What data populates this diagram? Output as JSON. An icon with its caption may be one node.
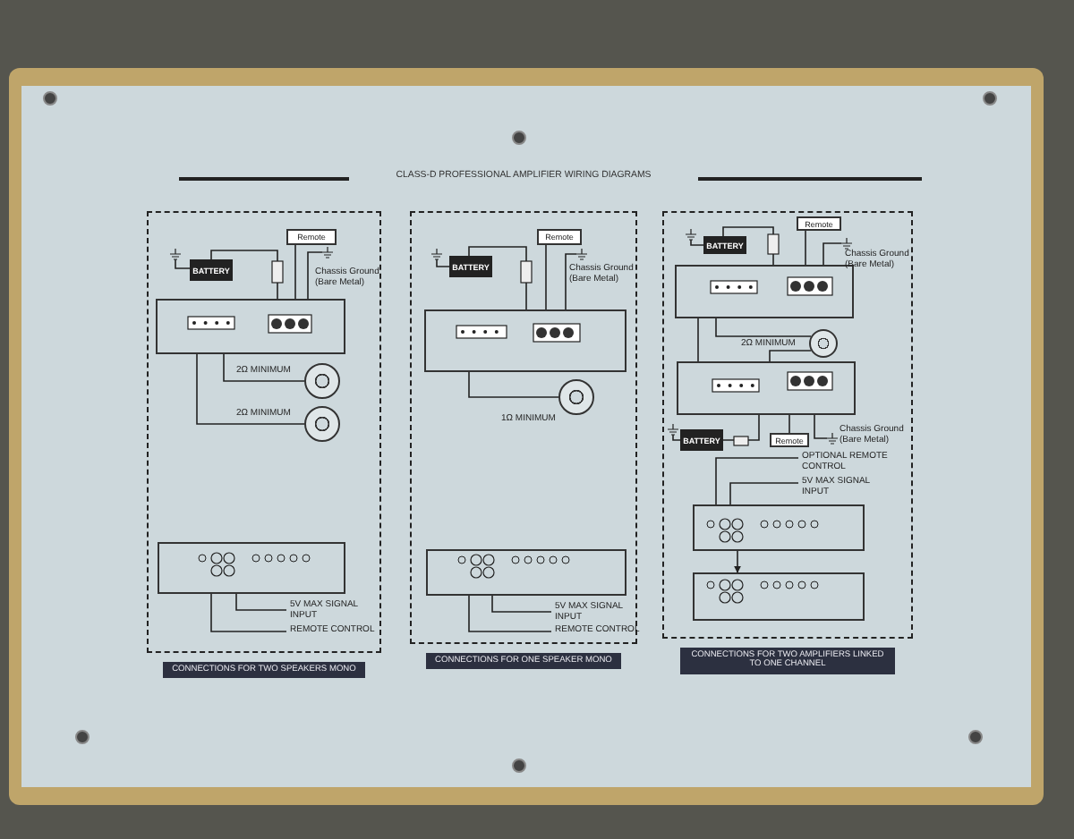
{
  "diagram": {
    "title": "CLASS-D PROFESSIONAL AMPLIFIER WIRING DIAGRAMS",
    "nodes": [
      {
        "text": [
          "CONNECTIONS FOR TWO SPEAKERS MONO"
        ]
      },
      {
        "text": [
          "BATTERY"
        ],
        "in": 0
      },
      {
        "text": [
          "Remote"
        ],
        "in": 0
      },
      {
        "text": [],
        "shape": "box",
        "in": 0
      },
      {
        "text": [],
        "shape": "circle",
        "in": 0,
        "beside": [
          "2Ω MINIMUM"
        ]
      },
      {
        "text": [],
        "shape": "circle",
        "in": 0,
        "beside": [
          "2Ω MINIMUM"
        ]
      },
      {
        "text": [],
        "shape": "box",
        "in": 0
      },
      {
        "text": [
          "CONNECTIONS FOR ONE SPEAKER MONO"
        ]
      },
      {
        "text": [
          "BATTERY"
        ],
        "in": 7
      },
      {
        "text": [
          "Remote"
        ],
        "in": 7
      },
      {
        "text": [],
        "shape": "box",
        "in": 7
      },
      {
        "text": [],
        "shape": "circle",
        "in": 7,
        "beside": [
          "1Ω MINIMUM"
        ]
      },
      {
        "text": [],
        "shape": "box",
        "in": 7
      },
      {
        "text": [
          "CONNECTIONS FOR TWO AMPLIFIERS LINKED TO ONE CHANNEL"
        ]
      },
      {
        "text": [
          "BATTERY"
        ],
        "in": 13
      },
      {
        "text": [
          "Remote"
        ],
        "in": 13
      },
      {
        "text": [],
        "shape": "box",
        "in": 13
      },
      {
        "text": [],
        "shape": "circle",
        "in": 13,
        "beside": [
          "2Ω MINIMUM"
        ]
      },
      {
        "text": [],
        "shape": "box",
        "in": 13
      },
      {
        "text": [
          "BATTERY"
        ],
        "in": 13
      },
      {
        "text": [
          "Remote"
        ],
        "in": 13
      },
      {
        "text": [],
        "shape": "box",
        "in": 13
      },
      {
        "text": [],
        "shape": "box",
        "in": 13
      },
      {
        "text": [
          "5V MAX SIGNAL INPUT"
        ],
        "in": 0
      },
      {
        "text": [
          "REMOTE CONTROL"
        ],
        "in": 0
      },
      {
        "text": [
          "5V MAX SIGNAL INPUT"
        ],
        "in": 7
      },
      {
        "text": [
          "REMOTE CONTROL"
        ],
        "in": 7
      },
      {
        "text": [
          "OPTIONAL REMOTE CONTROL"
        ],
        "in": 13
      },
      {
        "text": [
          "5V MAX SIGNAL INPUT"
        ],
        "in": 13
      }
    ],
    "edges": [
      {
        "from": 1,
        "to": 3,
        "arrow": "none"
      },
      {
        "from": 2,
        "to": 3,
        "arrow": "none"
      },
      {
        "from": 3,
        "to": 4,
        "arrow": "none"
      },
      {
        "from": 3,
        "to": 5,
        "arrow": "none"
      },
      {
        "from": 8,
        "to": 10,
        "arrow": "none"
      },
      {
        "from": 9,
        "to": 10,
        "arrow": "none"
      },
      {
        "from": 10,
        "to": 11,
        "arrow": "none"
      },
      {
        "from": 14,
        "to": 16,
        "arrow": "none"
      },
      {
        "from": 15,
        "to": 16,
        "arrow": "none"
      },
      {
        "from": 16,
        "to": 17,
        "arrow": "none"
      },
      {
        "from": 18,
        "to": 17,
        "arrow": "none"
      },
      {
        "from": 16,
        "to": 18,
        "arrow": "none"
      },
      {
        "from": 19,
        "to": 18,
        "arrow": "none"
      },
      {
        "from": 20,
        "to": 18,
        "arrow": "none"
      },
      {
        "from": 21,
        "to": 22,
        "arrow": "to"
      },
      {
        "from": 6,
        "to": 24,
        "arrow": "none"
      },
      {
        "from": 6,
        "to": 23,
        "arrow": "none"
      },
      {
        "from": 12,
        "to": 26,
        "arrow": "none"
      },
      {
        "from": 12,
        "to": 25,
        "arrow": "none"
      },
      {
        "from": 21,
        "to": 27,
        "arrow": "none"
      },
      {
        "from": 21,
        "to": 28,
        "arrow": "none"
      }
    ],
    "labels": [
      "Chassis Ground (Bare Metal)",
      "Chassis Ground (Bare Metal)",
      "Chassis Ground (Bare Metal)",
      "Chassis Ground (Bare Metal)"
    ]
  }
}
